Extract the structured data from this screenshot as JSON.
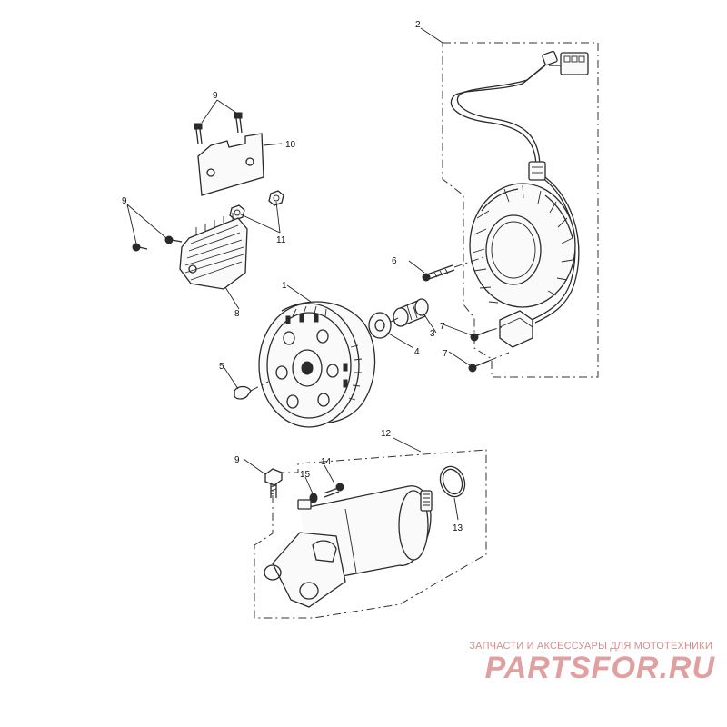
{
  "callouts": {
    "c1": "1",
    "c2": "2",
    "c3": "3",
    "c4": "4",
    "c5": "5",
    "c6": "6",
    "c7a": "7",
    "c7b": "7",
    "c8": "8",
    "c9a": "9",
    "c9b": "9",
    "c9c": "9",
    "c10": "10",
    "c11": "11",
    "c12": "12",
    "c13": "13",
    "c14": "14",
    "c15": "15"
  },
  "watermark": {
    "tagline": "ЗАПЧАСТИ И АКСЕССУАРЫ ДЛЯ МОТОТЕХНИКИ",
    "logo": "PARTSFOR.RU"
  },
  "colors": {
    "line": "#2a2a2a",
    "watermark": "#d98c8c"
  }
}
